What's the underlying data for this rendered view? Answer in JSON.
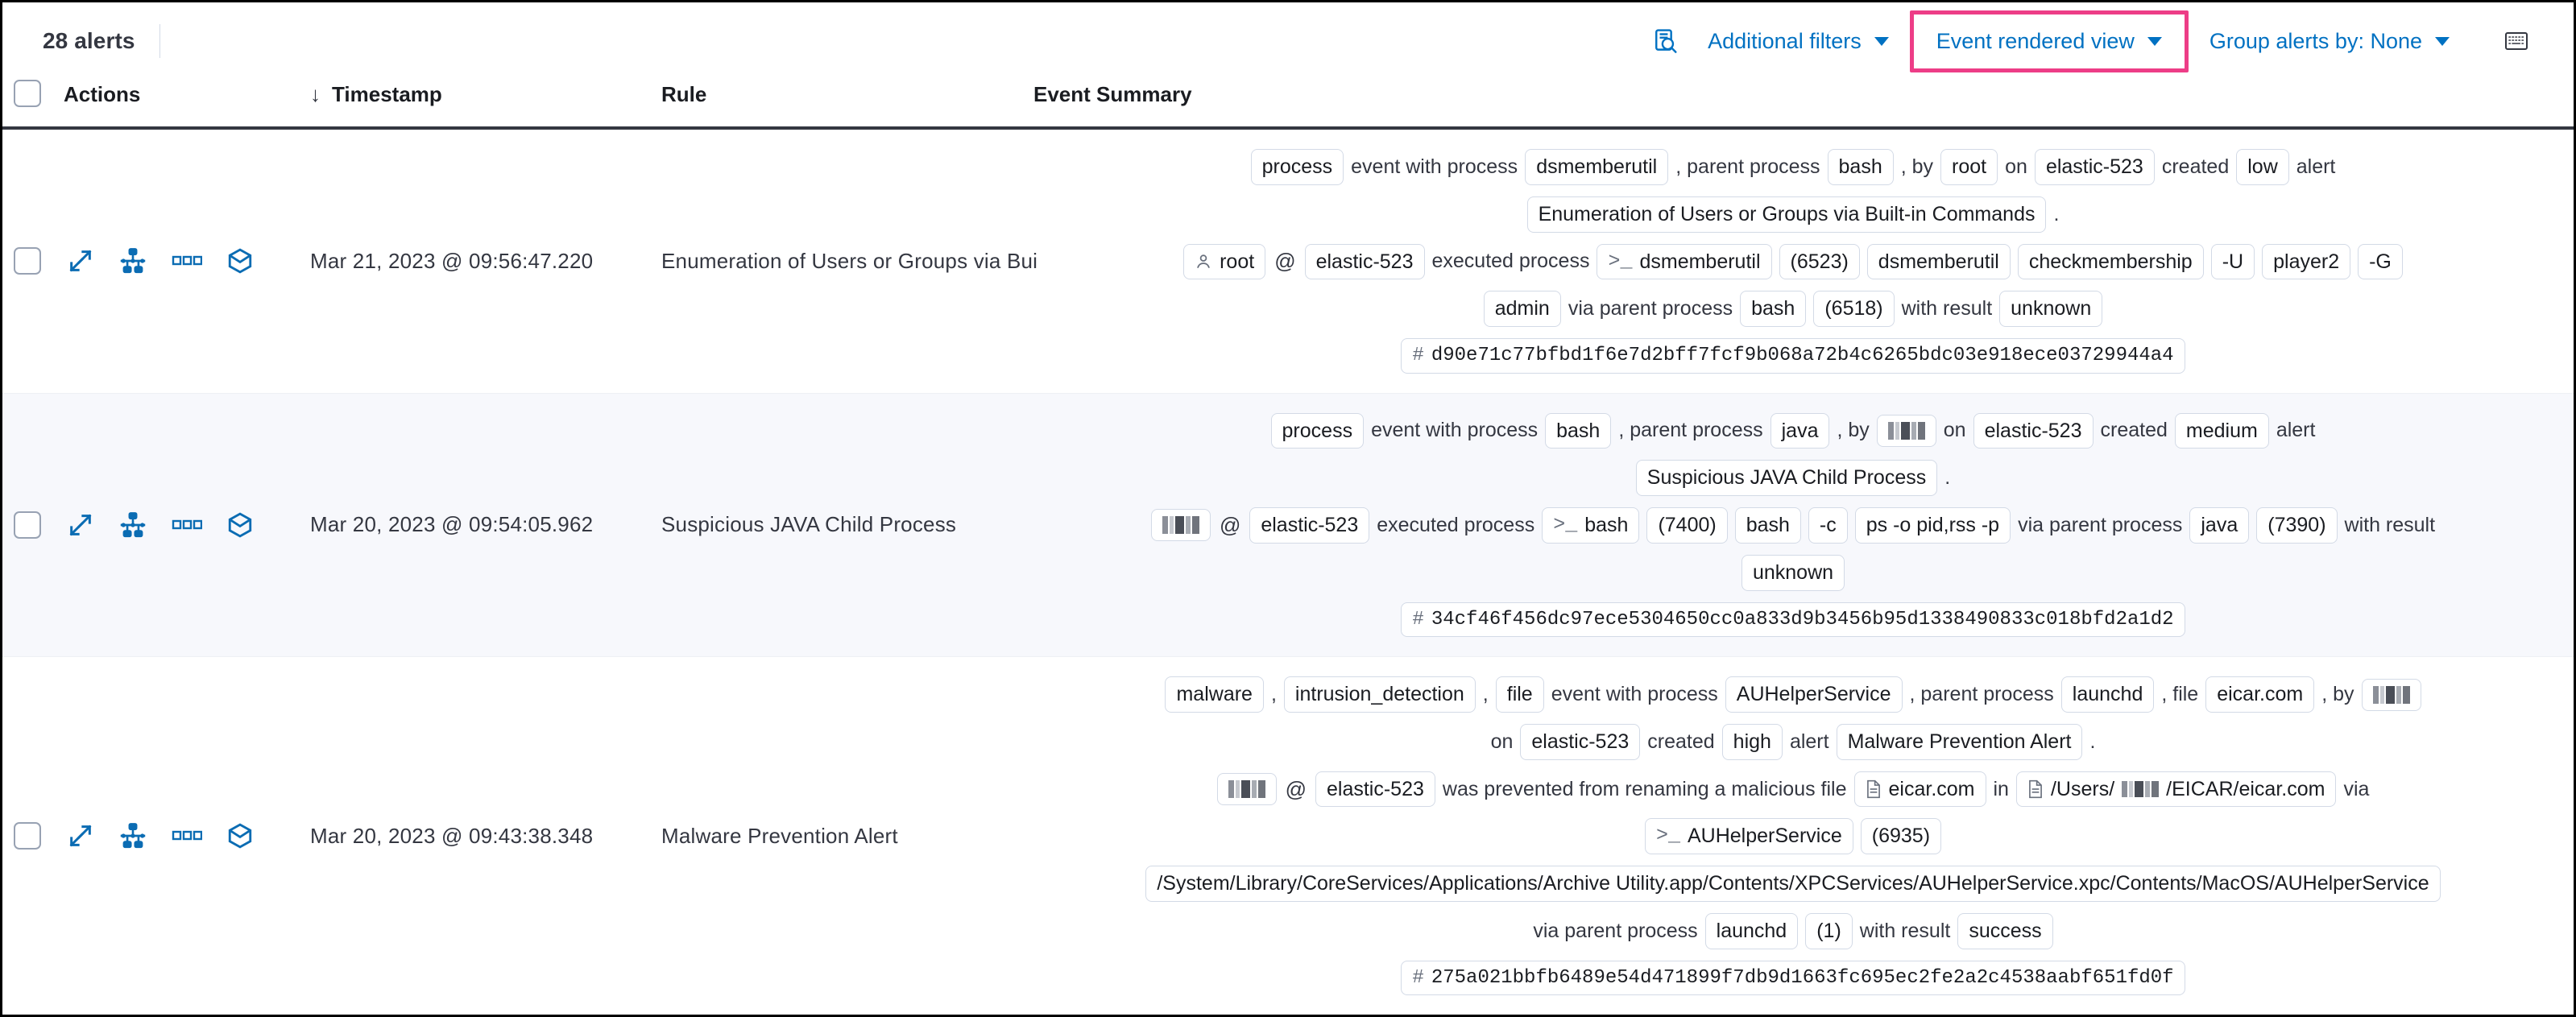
{
  "toolbar": {
    "alert_count": "28 alerts",
    "search_icon": "inspect-search-icon",
    "additional_filters": "Additional filters",
    "event_rendered_view": "Event rendered view",
    "group_alerts_by": "Group alerts by: None",
    "keyboard_icon": "keyboard-shortcut-icon",
    "highlight_color": "#ed3d87",
    "link_color": "#0071c2"
  },
  "table": {
    "columns": {
      "actions": "Actions",
      "timestamp": "Timestamp",
      "rule": "Rule",
      "summary": "Event Summary",
      "sort_arrow": "↓"
    },
    "row_actions": [
      "expand-icon",
      "analyze-event-icon",
      "more-actions-icon",
      "session-view-icon"
    ]
  },
  "rows": [
    {
      "timestamp": "Mar 21, 2023 @ 09:56:47.220",
      "rule": "Enumeration of Users or Groups via Bui",
      "summary": {
        "line1": [
          {
            "t": "chip",
            "v": "process"
          },
          {
            "t": "word",
            "v": "event with process"
          },
          {
            "t": "chip",
            "v": "dsmemberutil"
          },
          {
            "t": "word",
            "v": ", parent process"
          },
          {
            "t": "chip",
            "v": "bash"
          },
          {
            "t": "word",
            "v": ", by"
          },
          {
            "t": "chip",
            "v": "root"
          },
          {
            "t": "word",
            "v": "on"
          },
          {
            "t": "chip",
            "v": "elastic-523"
          },
          {
            "t": "word",
            "v": "created"
          },
          {
            "t": "chip",
            "v": "low"
          },
          {
            "t": "word",
            "v": "alert"
          }
        ],
        "line2": [
          {
            "t": "chip",
            "v": "Enumeration of Users or Groups via Built-in Commands"
          },
          {
            "t": "word",
            "v": "."
          }
        ],
        "line3": [
          {
            "t": "chip-user",
            "v": "root"
          },
          {
            "t": "at",
            "v": "@"
          },
          {
            "t": "chip",
            "v": "elastic-523"
          },
          {
            "t": "word",
            "v": "executed process"
          },
          {
            "t": "chip-proc",
            "v": "dsmemberutil"
          },
          {
            "t": "chip",
            "v": "(6523)"
          },
          {
            "t": "chip",
            "v": "dsmemberutil"
          },
          {
            "t": "chip",
            "v": "checkmembership"
          },
          {
            "t": "chip",
            "v": "-U"
          },
          {
            "t": "chip",
            "v": "player2"
          },
          {
            "t": "chip",
            "v": "-G"
          }
        ],
        "line4": [
          {
            "t": "chip",
            "v": "admin"
          },
          {
            "t": "word",
            "v": "via parent process"
          },
          {
            "t": "chip",
            "v": "bash"
          },
          {
            "t": "chip",
            "v": "(6518)"
          },
          {
            "t": "word",
            "v": "with result"
          },
          {
            "t": "chip",
            "v": "unknown"
          }
        ],
        "line5": [
          {
            "t": "chip-hash",
            "v": "d90e71c77bfbd1f6e7d2bff7fcf9b068a72b4c6265bdc03e918ece03729944a4"
          }
        ]
      }
    },
    {
      "timestamp": "Mar 20, 2023 @ 09:54:05.962",
      "rule": "Suspicious JAVA Child Process",
      "summary": {
        "line1": [
          {
            "t": "chip",
            "v": "process"
          },
          {
            "t": "word",
            "v": "event with process"
          },
          {
            "t": "chip",
            "v": "bash"
          },
          {
            "t": "word",
            "v": ", parent process"
          },
          {
            "t": "chip",
            "v": "java"
          },
          {
            "t": "word",
            "v": ", by"
          },
          {
            "t": "chip-redacted",
            "v": ""
          },
          {
            "t": "word",
            "v": "on"
          },
          {
            "t": "chip",
            "v": "elastic-523"
          },
          {
            "t": "word",
            "v": "created"
          },
          {
            "t": "chip",
            "v": "medium"
          },
          {
            "t": "word",
            "v": "alert"
          }
        ],
        "line2": [
          {
            "t": "chip",
            "v": "Suspicious JAVA Child Process"
          },
          {
            "t": "word",
            "v": "."
          }
        ],
        "line3": [
          {
            "t": "chip-redacted",
            "v": ""
          },
          {
            "t": "at",
            "v": "@"
          },
          {
            "t": "chip",
            "v": "elastic-523"
          },
          {
            "t": "word",
            "v": "executed process"
          },
          {
            "t": "chip-proc",
            "v": "bash"
          },
          {
            "t": "chip",
            "v": "(7400)"
          },
          {
            "t": "chip",
            "v": "bash"
          },
          {
            "t": "chip",
            "v": "-c"
          },
          {
            "t": "chip",
            "v": "ps -o pid,rss -p"
          },
          {
            "t": "word",
            "v": "via parent process"
          },
          {
            "t": "chip",
            "v": "java"
          },
          {
            "t": "chip",
            "v": "(7390)"
          },
          {
            "t": "word",
            "v": "with result"
          }
        ],
        "line4": [
          {
            "t": "chip",
            "v": "unknown"
          }
        ],
        "line5": [
          {
            "t": "chip-hash",
            "v": "34cf46f456dc97ece5304650cc0a833d9b3456b95d1338490833c018bfd2a1d2"
          }
        ]
      }
    },
    {
      "timestamp": "Mar 20, 2023 @ 09:43:38.348",
      "rule": "Malware Prevention Alert",
      "summary": {
        "line1": [
          {
            "t": "chip",
            "v": "malware"
          },
          {
            "t": "word",
            "v": ","
          },
          {
            "t": "chip",
            "v": "intrusion_detection"
          },
          {
            "t": "word",
            "v": ","
          },
          {
            "t": "chip",
            "v": "file"
          },
          {
            "t": "word",
            "v": "event with process"
          },
          {
            "t": "chip",
            "v": "AUHelperService"
          },
          {
            "t": "word",
            "v": ", parent process"
          },
          {
            "t": "chip",
            "v": "launchd"
          },
          {
            "t": "word",
            "v": ", file"
          },
          {
            "t": "chip",
            "v": "eicar.com"
          },
          {
            "t": "word",
            "v": ", by"
          },
          {
            "t": "chip-redacted",
            "v": ""
          }
        ],
        "line2": [
          {
            "t": "word",
            "v": "on"
          },
          {
            "t": "chip",
            "v": "elastic-523"
          },
          {
            "t": "word",
            "v": "created"
          },
          {
            "t": "chip",
            "v": "high"
          },
          {
            "t": "word",
            "v": "alert"
          },
          {
            "t": "chip",
            "v": "Malware Prevention Alert"
          },
          {
            "t": "word",
            "v": "."
          }
        ],
        "line3": [
          {
            "t": "chip-redacted",
            "v": ""
          },
          {
            "t": "at",
            "v": "@"
          },
          {
            "t": "chip",
            "v": "elastic-523"
          },
          {
            "t": "word",
            "v": "was prevented from renaming a malicious file"
          },
          {
            "t": "chip-file",
            "v": "eicar.com"
          },
          {
            "t": "word",
            "v": "in"
          },
          {
            "t": "chip-file-redacted",
            "v": "/Users/",
            "suffix": "/EICAR/eicar.com"
          },
          {
            "t": "word",
            "v": "via"
          }
        ],
        "line4": [
          {
            "t": "chip-proc",
            "v": "AUHelperService"
          },
          {
            "t": "chip",
            "v": "(6935)"
          }
        ],
        "line5": [
          {
            "t": "chip",
            "v": "/System/Library/CoreServices/Applications/Archive Utility.app/Contents/XPCServices/AUHelperService.xpc/Contents/MacOS/AUHelperService"
          }
        ],
        "line6": [
          {
            "t": "word",
            "v": "via parent process"
          },
          {
            "t": "chip",
            "v": "launchd"
          },
          {
            "t": "chip",
            "v": "(1)"
          },
          {
            "t": "word",
            "v": "with result"
          },
          {
            "t": "chip",
            "v": "success"
          }
        ],
        "line7": [
          {
            "t": "chip-hash",
            "v": "275a021bbfb6489e54d471899f7db9d1663fc695ec2fe2a2c4538aabf651fd0f"
          }
        ]
      }
    }
  ]
}
